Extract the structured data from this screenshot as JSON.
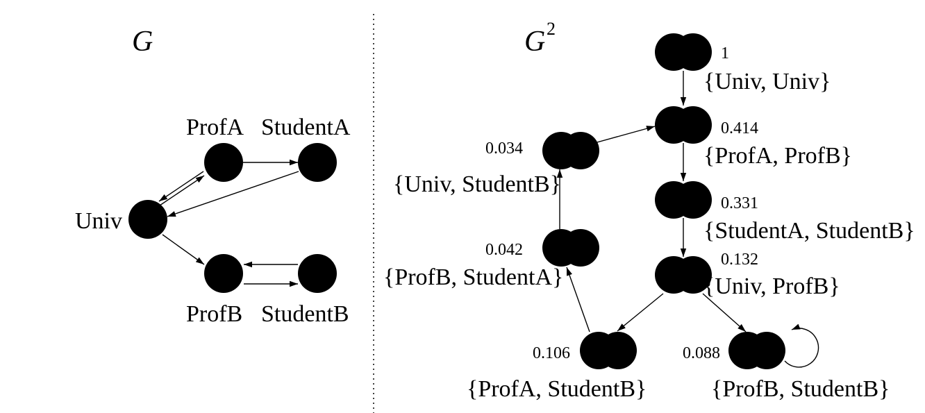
{
  "left_panel": {
    "title": "G",
    "nodes": {
      "univ": "Univ",
      "prof_a": "ProfA",
      "student_a": "StudentA",
      "prof_b": "ProfB",
      "student_b": "StudentB"
    }
  },
  "right_panel": {
    "title": "G",
    "title_superscript": "2",
    "nodes": [
      {
        "id": "univ-univ",
        "label": "{Univ, Univ}",
        "score": "1"
      },
      {
        "id": "profa-profb",
        "label": "{ProfA, ProfB}",
        "score": "0.414"
      },
      {
        "id": "studenta-studentb",
        "label": "{StudentA, StudentB}",
        "score": "0.331"
      },
      {
        "id": "univ-profb",
        "label": "{Univ, ProfB}",
        "score": "0.132"
      },
      {
        "id": "univ-studentb",
        "label": "{Univ, StudentB}",
        "score": "0.034"
      },
      {
        "id": "profb-studenta",
        "label": "{ProfB, StudentA}",
        "score": "0.042"
      },
      {
        "id": "profa-studentb",
        "label": "{ProfA, StudentB}",
        "score": "0.106"
      },
      {
        "id": "profb-studentb",
        "label": "{ProfB, StudentB}",
        "score": "0.088"
      }
    ]
  }
}
